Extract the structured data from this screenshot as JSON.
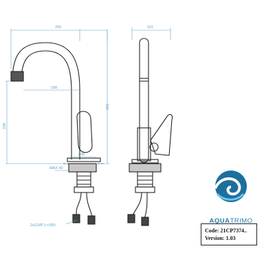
{
  "dimensions": {
    "width_total": "256",
    "reach": "188",
    "height_total": "350",
    "height_spout": "236",
    "base_diameter": "ø45",
    "max_thickness": "MAX 40",
    "hoses": "2xG3/8\";L=350",
    "side_width": "101"
  },
  "brand": {
    "name_part1": "AQUA",
    "name_part2": "TRIMO",
    "logo_icon": "wave-icon",
    "color": "#2a7fb0"
  },
  "product": {
    "code": "Code: 21CP7374..",
    "version": "Version: 1.03"
  }
}
